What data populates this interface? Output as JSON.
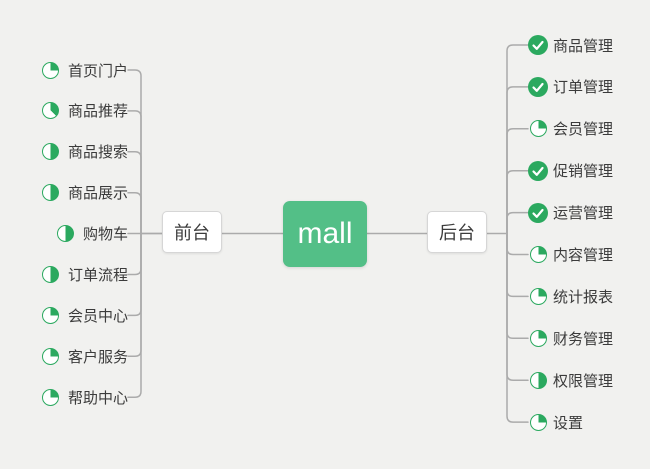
{
  "diagram": {
    "root": {
      "label": "mall"
    },
    "branches": [
      {
        "label": "前台",
        "side": "left",
        "items": [
          {
            "label": "首页门户",
            "progress": 25
          },
          {
            "label": "商品推荐",
            "progress": 37.5
          },
          {
            "label": "商品搜索",
            "progress": 50
          },
          {
            "label": "商品展示",
            "progress": 50
          },
          {
            "label": "购物车",
            "progress": 50
          },
          {
            "label": "订单流程",
            "progress": 50
          },
          {
            "label": "会员中心",
            "progress": 25
          },
          {
            "label": "客户服务",
            "progress": 25
          },
          {
            "label": "帮助中心",
            "progress": 25
          }
        ]
      },
      {
        "label": "后台",
        "side": "right",
        "items": [
          {
            "label": "商品管理",
            "progress": "done"
          },
          {
            "label": "订单管理",
            "progress": "done"
          },
          {
            "label": "会员管理",
            "progress": 25
          },
          {
            "label": "促销管理",
            "progress": "done"
          },
          {
            "label": "运营管理",
            "progress": "done"
          },
          {
            "label": "内容管理",
            "progress": 25
          },
          {
            "label": "统计报表",
            "progress": 25
          },
          {
            "label": "财务管理",
            "progress": 25
          },
          {
            "label": "权限管理",
            "progress": 50
          },
          {
            "label": "设置",
            "progress": 25
          }
        ]
      }
    ],
    "icons": {
      "done": "check-circle-icon",
      "partial": "progress-pie-icon"
    },
    "colors": {
      "background": "#F1F1EF",
      "node_green": "#53BF87",
      "icon_green": "#2BA95F",
      "text": "#3B3B3B",
      "line": "#ABABAB",
      "node_border": "#D6D6D6",
      "node_bg": "#FFFFFF"
    }
  }
}
